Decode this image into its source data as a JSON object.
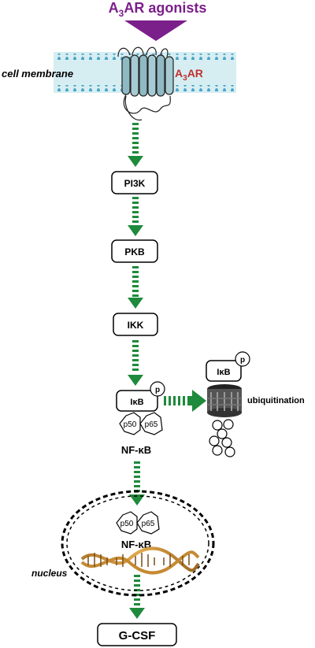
{
  "agonist_label": {
    "prefix": "A",
    "sub": "3",
    "suffix": "AR agonists"
  },
  "cell_membrane_label": "cell membrane",
  "receptor_label": {
    "prefix": "A",
    "sub": "3",
    "suffix": "AR"
  },
  "pathway_nodes": [
    "PI3K",
    "PKB",
    "IKK"
  ],
  "ikb_label": "IκB",
  "phospho_label": "p",
  "p50_label": "p50",
  "p65_label": "p65",
  "nfkb_label": "NF-κB",
  "ubiquitination_label": "ubiquitination",
  "nucleus_label": "nucleus",
  "output_label": "G-CSF",
  "colors": {
    "agonist_purple": "#7b1f8a",
    "receptor_red": "#c03030",
    "arrow_green": "#1e8a3c",
    "membrane_fill": "#d6eef2",
    "membrane_dots": "#4aa3c7"
  }
}
